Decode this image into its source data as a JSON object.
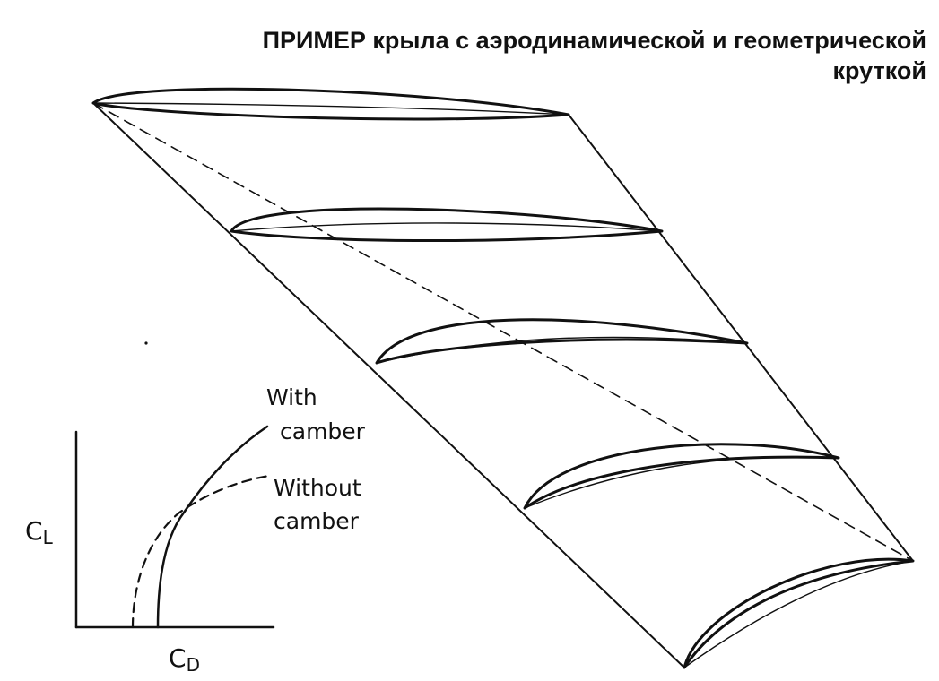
{
  "title": {
    "line1": "ПРИМЕР крыла с аэродинамической и геометрической",
    "line2": "круткой"
  },
  "graph": {
    "y_axis_label": "C",
    "y_axis_sub": "L",
    "x_axis_label": "C",
    "x_axis_sub": "D",
    "curve_with": [
      "With",
      "camber"
    ],
    "curve_without": [
      "Without",
      "camber"
    ]
  },
  "colors": {
    "ink": "#111111",
    "background": "#ffffff"
  }
}
